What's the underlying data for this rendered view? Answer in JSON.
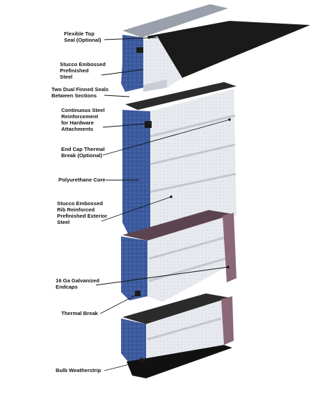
{
  "labels": {
    "flexible_top_seal": [
      "Flexible Top",
      "Seal (Optional)"
    ],
    "stucco_prefinished": [
      "Stucco Embossed",
      "Prefinished",
      "Steel"
    ],
    "dual_finned_seals": [
      "Two Dual Finned Seals",
      "Between Sections"
    ],
    "continuous_steel": [
      "Continuous Steel",
      "Reinforcement",
      "for Hardware",
      "Attachments"
    ],
    "end_cap_thermal": [
      "End Cap Thermal",
      "Break (Optional)"
    ],
    "polyurethane_core": [
      "Polyurethane Core"
    ],
    "stucco_rib": [
      "Stucco Embossed",
      "Rib Reinforced",
      "Prefinished Exterior",
      "Steel"
    ],
    "galvanized_endcaps": [
      "16 Ga Galvanized",
      "Endcaps"
    ],
    "thermal_break": [
      "Thermal Break"
    ],
    "bulb_weatherstrip": [
      "Bulb Weatherstrip"
    ]
  },
  "colors": {
    "foam": "#3c5a9e",
    "foam_dark": "#243a72",
    "steel": "#e9ecef",
    "steel_shade": "#c9ced6",
    "seal": "#1a1a1a",
    "endcap": "#8a6878",
    "label_text": "#111111"
  }
}
